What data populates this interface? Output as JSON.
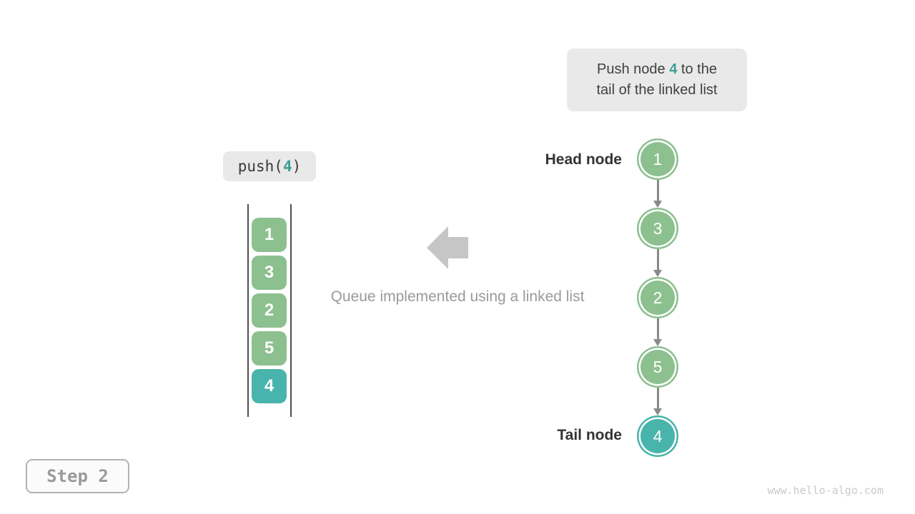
{
  "colors": {
    "green": "#8cc08f",
    "teal": "#49b4ab",
    "teal-text": "#3d9f97",
    "gray-arrow": "#c6c6c6",
    "connector": "#8a8a8a",
    "dark-text": "#404040",
    "muted-text": "#9a9a9a",
    "chip-bg": "#e9e9e9",
    "watermark": "#c9c9c9"
  },
  "callout": {
    "line1_prefix": "Push node ",
    "line1_accent": "4",
    "line1_suffix": " to the",
    "line2": "tail of the linked list"
  },
  "push_label": {
    "prefix": "push(",
    "accent": "4",
    "suffix": ")"
  },
  "stack": {
    "items": [
      {
        "value": "1",
        "color": "green"
      },
      {
        "value": "3",
        "color": "green"
      },
      {
        "value": "2",
        "color": "green"
      },
      {
        "value": "5",
        "color": "green"
      },
      {
        "value": "4",
        "color": "teal"
      }
    ]
  },
  "caption": "Queue implemented using a linked list",
  "linked_list": {
    "head_label": "Head node",
    "tail_label": "Tail node",
    "nodes": [
      {
        "value": "1",
        "color": "green"
      },
      {
        "value": "3",
        "color": "green"
      },
      {
        "value": "2",
        "color": "green"
      },
      {
        "value": "5",
        "color": "green"
      },
      {
        "value": "4",
        "color": "teal"
      }
    ]
  },
  "step_badge": "Step 2",
  "watermark": "www.hello-algo.com"
}
